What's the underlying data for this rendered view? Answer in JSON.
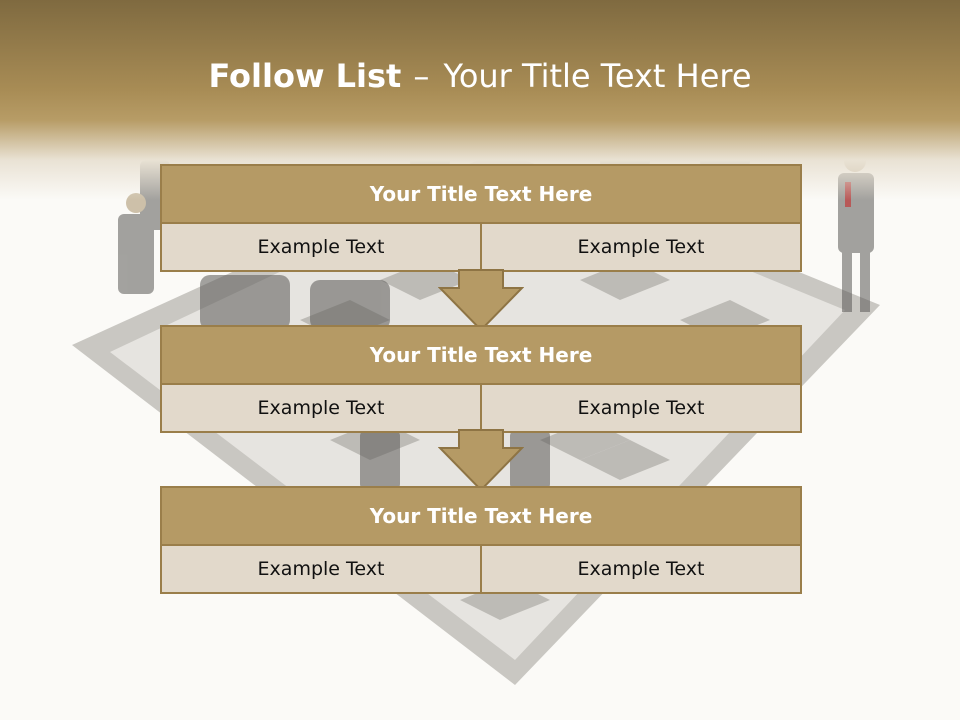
{
  "slide": {
    "title_bold": "Follow List",
    "title_separator": "–",
    "title_rest": "Your Title Text Here"
  },
  "blocks": [
    {
      "title": "Your Title Text Here",
      "left_text": "Example Text",
      "right_text": "Example Text"
    },
    {
      "title": "Your Title Text Here",
      "left_text": "Example Text",
      "right_text": "Example Text"
    },
    {
      "title": "Your Title Text Here",
      "left_text": "Example Text",
      "right_text": "Example Text"
    }
  ],
  "colors": {
    "header_dark": "#7f6a40",
    "block_head": "#b59a65",
    "block_border": "#9a7e4a",
    "cell_fill": "#e2d9cb",
    "arrow_fill": "#b59a65"
  },
  "icons": [
    "down-arrow-icon"
  ]
}
